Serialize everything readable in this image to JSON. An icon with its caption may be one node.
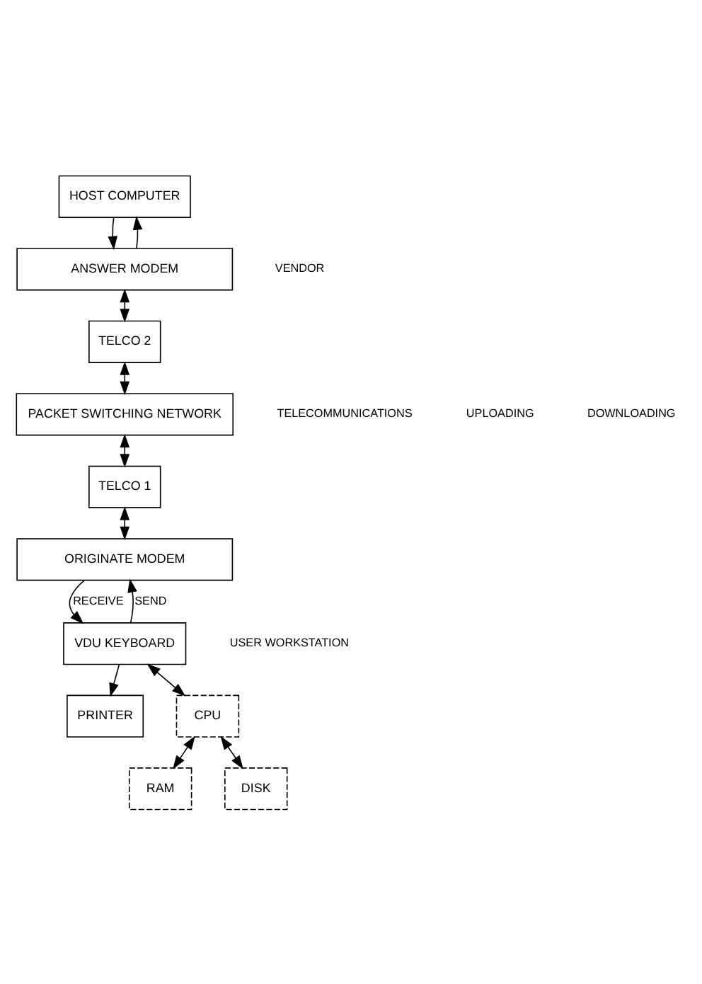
{
  "diagram": {
    "nodes": [
      {
        "text": [
          "HOST COMPUTER"
        ]
      },
      {
        "text": [
          "ANSWER MODEM"
        ]
      },
      {
        "text": [
          "TELCO 2"
        ]
      },
      {
        "text": [
          "PACKET SWITCHING NETWORK"
        ]
      },
      {
        "text": [
          "TELCO 1"
        ]
      },
      {
        "text": [
          "ORIGINATE MODEM"
        ]
      },
      {
        "text": [
          "VDU KEYBOARD"
        ]
      },
      {
        "text": [
          "PRINTER"
        ]
      },
      {
        "text": [
          "CPU"
        ]
      },
      {
        "text": [
          "RAM"
        ]
      },
      {
        "text": [
          "DISK"
        ]
      }
    ],
    "edges": [
      {
        "from": 1,
        "to": 0,
        "arrow": "to"
      },
      {
        "from": 0,
        "to": 1,
        "arrow": "to"
      },
      {
        "from": 1,
        "to": 2,
        "arrow": "both"
      },
      {
        "from": 2,
        "to": 3,
        "arrow": "both"
      },
      {
        "from": 3,
        "to": 4,
        "arrow": "both"
      },
      {
        "from": 4,
        "to": 5,
        "arrow": "both"
      },
      {
        "from": 6,
        "to": 5,
        "arrow": "to",
        "label": "SEND"
      },
      {
        "from": 5,
        "to": 6,
        "arrow": "to",
        "label": "RECEIVE"
      },
      {
        "from": 6,
        "to": 7,
        "arrow": "to"
      },
      {
        "from": 6,
        "to": 8,
        "arrow": "both"
      },
      {
        "from": 8,
        "to": 9,
        "arrow": "both"
      },
      {
        "from": 8,
        "to": 10,
        "arrow": "both"
      }
    ],
    "labels": [
      "VENDOR",
      "TELECOMMUNICATIONS",
      "USER WORKSTATION",
      "UPLOADING",
      "DOWNLOADING"
    ]
  }
}
